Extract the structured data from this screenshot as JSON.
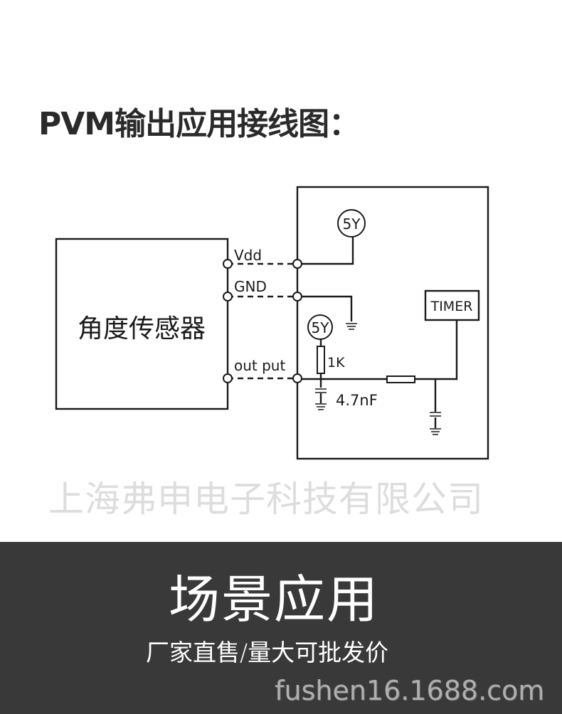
{
  "title": "PVM输出应用接线图：",
  "sensor": {
    "label": "角度传感器"
  },
  "pins": {
    "vdd": "Vdd",
    "gnd": "GND",
    "output": "out put"
  },
  "supply": {
    "top": "5Y",
    "pullup": "5Y"
  },
  "components": {
    "resistor": "1K",
    "capacitor": "4.7nF",
    "timer": "TIMER"
  },
  "watermark_company": "上海弗申电子科技有限公司",
  "banner": {
    "heading": "场景应用",
    "subheading": "厂家直售/量大可批发价",
    "site_watermark": "fushen16.1688.com",
    "bg_color": "#393939"
  }
}
